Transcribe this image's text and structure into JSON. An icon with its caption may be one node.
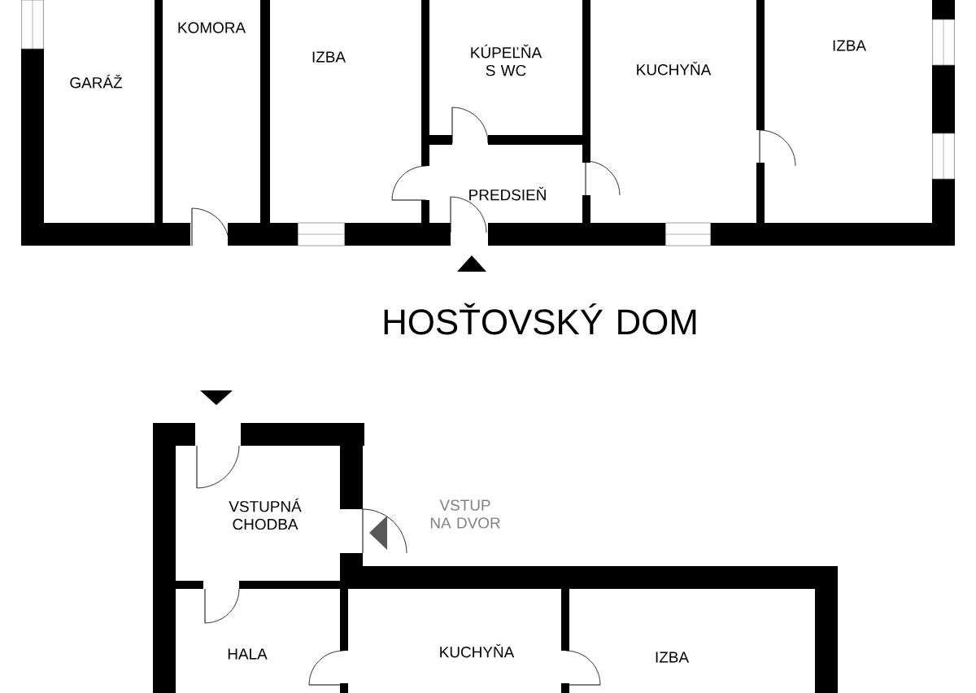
{
  "diagram": {
    "nodes": [
      {
        "text": [
          "GARÁŽ"
        ]
      },
      {
        "text": [
          "KOMORA"
        ]
      },
      {
        "text": [
          "IZBA"
        ]
      },
      {
        "text": [
          "KÚPEĽŇA S WC"
        ]
      },
      {
        "text": [
          "KUCHYŇA"
        ]
      },
      {
        "text": [
          "IZBA"
        ]
      },
      {
        "text": [
          "PREDSIEŇ"
        ]
      },
      {
        "text": [
          "VSTUPNÁ CHODBA"
        ]
      },
      {
        "text": [
          "HALA"
        ]
      },
      {
        "text": [
          "KUCHYŇA"
        ]
      },
      {
        "text": [
          "IZBA"
        ]
      }
    ],
    "labels": [
      "HOSŤOVSKÝ DOM",
      "VSTUP NA DVOR"
    ]
  }
}
